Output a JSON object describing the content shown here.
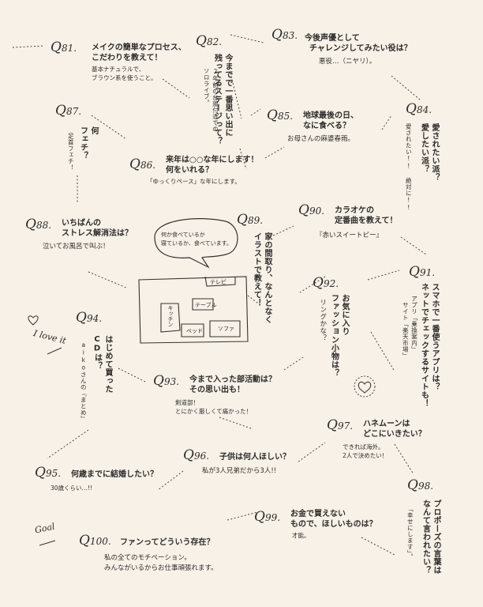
{
  "items": [
    {
      "id": "q81",
      "label": "Q",
      "num": "81.",
      "question": [
        "メイクの簡単なプロセス、",
        "こだわりを教えて！"
      ],
      "answer": [
        "基本ナチュラルで、",
        "ブラウン系を使うこと。"
      ]
    },
    {
      "id": "q82",
      "label": "Q",
      "num": "82.",
      "question": [
        "今までで一番思い出に",
        "残ってるステージって？"
      ],
      "answer": [
        "2年前の台風付近での",
        "ソロライブ。"
      ]
    },
    {
      "id": "q83",
      "label": "Q",
      "num": "83.",
      "question": [
        "今後声優として",
        "チャレンジしてみたい役は？"
      ],
      "answer": [
        "悪役…（ニヤリ）。"
      ]
    },
    {
      "id": "q84",
      "label": "Q",
      "num": "84.",
      "question": [
        "愛されたい派？",
        "愛したい派？"
      ],
      "answer": [
        "愛されたい!! 絶対に!!"
      ]
    },
    {
      "id": "q85",
      "label": "Q",
      "num": "85.",
      "question": [
        "地球最後の日、",
        "なに食べる？"
      ],
      "answer": [
        "お母さんの麻婆春雨。"
      ]
    },
    {
      "id": "q86",
      "label": "Q",
      "num": "86.",
      "question": [
        "来年は○○な年にします！",
        "何をいれる？"
      ],
      "answer": [
        "「ゆっくりペース」な年にします。"
      ]
    },
    {
      "id": "q87",
      "label": "Q",
      "num": "87.",
      "question": [
        "何",
        "フェチ？"
      ],
      "answer": [
        "足首フェチ！"
      ]
    },
    {
      "id": "q88",
      "label": "Q",
      "num": "88.",
      "question": [
        "いちばんの",
        "ストレス解消法は？"
      ],
      "answer": [
        "泣いてお風呂で叫ぶ！"
      ]
    },
    {
      "id": "q89",
      "label": "Q",
      "num": "89.",
      "question": [
        "家の間取り、なんとなく",
        "イラストで教えて！"
      ],
      "answer": []
    },
    {
      "id": "q90",
      "label": "Q",
      "num": "90.",
      "question": [
        "カラオケの",
        "定番曲を教えて！"
      ],
      "answer": [
        "『赤いスイートピー』"
      ]
    },
    {
      "id": "q91",
      "label": "Q",
      "num": "91.",
      "question": [
        "スマホで一番使うアプリは？",
        "ネットでチェックするサイトも！"
      ],
      "answer": [
        "アプリ「乗換案内」",
        "サイト「楽天市場」"
      ]
    },
    {
      "id": "q92",
      "label": "Q",
      "num": "92.",
      "question": [
        "お気に入り",
        "ファッション小物は？"
      ],
      "answer": [
        "リングかな？"
      ]
    },
    {
      "id": "q93",
      "label": "Q",
      "num": "93.",
      "question": [
        "今まで入った部活動は？",
        "その思い出も！"
      ],
      "answer": [
        "剣道部！",
        "とにかく厳しくて痛かった！"
      ]
    },
    {
      "id": "q94",
      "label": "Q",
      "num": "94.",
      "question": [
        "はじめて買った",
        "CDは？"
      ],
      "answer": [
        "aikoさんの『まとめ』"
      ]
    },
    {
      "id": "q95",
      "label": "Q",
      "num": "95.",
      "question": [
        "何歳までに結婚したい？"
      ],
      "answer": [
        "30歳くらい…!!"
      ]
    },
    {
      "id": "q96",
      "label": "Q",
      "num": "96.",
      "question": [
        "子供は何人ほしい？"
      ],
      "answer": [
        "私が3人兄弟だから3人!!"
      ]
    },
    {
      "id": "q97",
      "label": "Q",
      "num": "97.",
      "question": [
        "ハネムーンは",
        "どこにいきたい？"
      ],
      "answer": [
        "できれば海外。",
        "2人で決めたい！"
      ]
    },
    {
      "id": "q98",
      "label": "Q",
      "num": "98.",
      "question": [
        "プロポーズの言葉は",
        "なんて言われたい？"
      ],
      "answer": [
        "「幸せにします」。"
      ]
    },
    {
      "id": "q99",
      "label": "Q",
      "num": "99.",
      "question": [
        "お金で買えない",
        "もので、ほしいものは？"
      ],
      "answer": [
        "才能。"
      ]
    },
    {
      "id": "q100",
      "label": "Q",
      "num": "100.",
      "question": [
        "ファンってどういう存在？"
      ],
      "answer": [
        "私の全てのモチベーション。",
        "みんながいるからお仕事頑張れます。"
      ]
    }
  ],
  "illustration": {
    "speech_bubble": [
      "何か食べているか",
      "寝ているか、食べています。"
    ],
    "rooms": {
      "tv": "テレビ",
      "table": "テーブル",
      "kitchen": "キッチン",
      "bed": "ベッド",
      "sofa": "ソファ"
    }
  },
  "decor": {
    "i_love_it": "I love it",
    "goal": "Goal"
  }
}
